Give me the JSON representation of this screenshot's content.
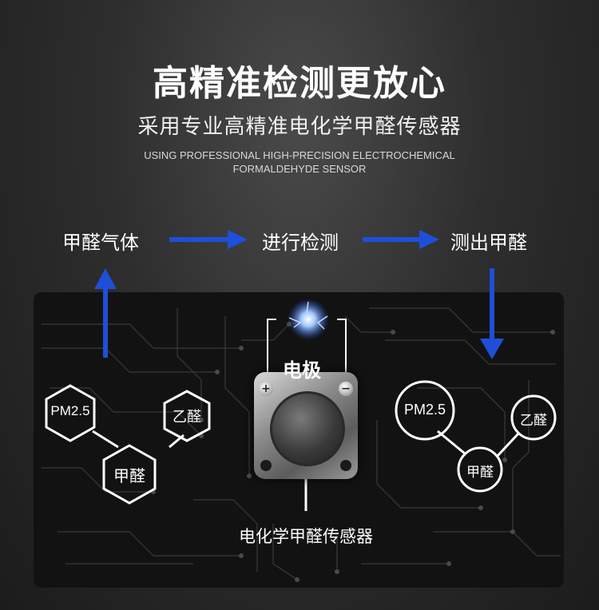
{
  "header": {
    "title": "高精准检测更放心",
    "subtitle": "采用专业高精准电化学甲醛传感器",
    "english_line1": "USING PROFESSIONAL HIGH-PRECISION ELECTROCHEMICAL",
    "english_line2": "FORMALDEHYDE SENSOR"
  },
  "flow": {
    "step1": "甲醛气体",
    "step2": "进行检测",
    "step3": "测出甲醛"
  },
  "left_molecules": {
    "a": "PM2.5",
    "b": "乙醛",
    "c": "甲醛"
  },
  "right_molecules": {
    "a": "PM2.5",
    "b": "乙醛",
    "c": "甲醛"
  },
  "sensor": {
    "electrode_label": "电极",
    "plus_sign": "+",
    "minus_sign": "−",
    "caption": "电化学甲醛传感器"
  },
  "colors": {
    "arrow_blue": "#1e4fd8",
    "board": "#121212",
    "background": "#2e2e2e"
  }
}
